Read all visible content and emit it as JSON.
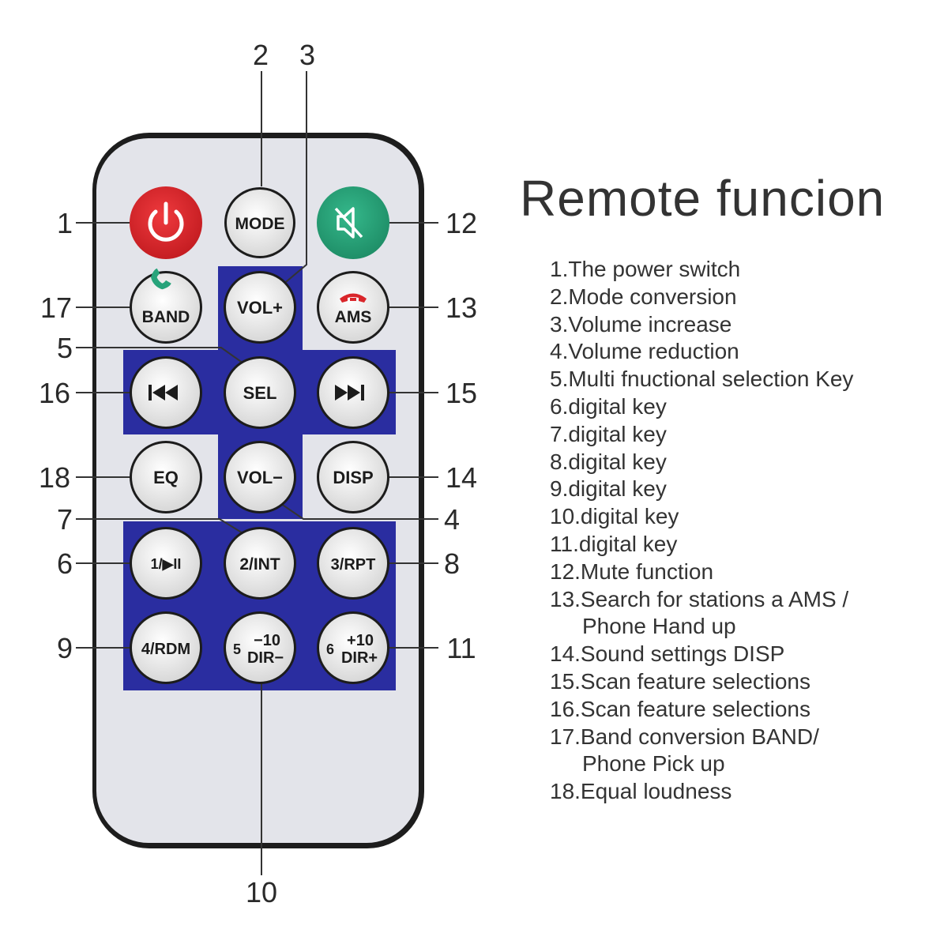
{
  "title": "Remote funcion",
  "colors": {
    "remote_body": "#e3e4ea",
    "remote_outline": "#1a1a1a",
    "blue_panel": "#2a2da0",
    "button_face": "#eeeeee",
    "power": "#d9262b",
    "mute": "#27a37a"
  },
  "buttons": {
    "power": {
      "icon": "power-icon"
    },
    "mode": "MODE",
    "mute": {
      "icon": "speaker-mute-icon"
    },
    "band": {
      "label": "BAND",
      "icon": "phone-pickup-icon"
    },
    "vol_up": "VOL+",
    "ams": {
      "label": "AMS",
      "icon": "phone-hangup-icon"
    },
    "prev": {
      "icon": "skip-previous-icon"
    },
    "sel": "SEL",
    "next": {
      "icon": "skip-next-icon"
    },
    "eq": "EQ",
    "vol_down": "VOL−",
    "disp": "DISP",
    "key1": "1/▶II",
    "key2": "2/INT",
    "key3": "3/RPT",
    "key4": "4/RDM",
    "key5": {
      "digit": "5",
      "top": "−10",
      "bottom": "DIR−"
    },
    "key6": {
      "digit": "6",
      "top": "+10",
      "bottom": "DIR+"
    }
  },
  "callouts": {
    "c1": "1",
    "c2": "2",
    "c3": "3",
    "c4": "4",
    "c5": "5",
    "c6": "6",
    "c7": "7",
    "c8": "8",
    "c9": "9",
    "c10": "10",
    "c11": "11",
    "c12": "12",
    "c13": "13",
    "c14": "14",
    "c15": "15",
    "c16": "16",
    "c17": "17",
    "c18": "18"
  },
  "functions": [
    "1.The power switch",
    "2.Mode conversion",
    "3.Volume increase",
    "4.Volume reduction",
    "5.Multi fnuctional selection Key",
    "6.digital key",
    "7.digital key",
    "8.digital key",
    "9.digital key",
    "10.digital key",
    "11.digital key",
    "12.Mute function",
    "13.Search for stations a AMS /",
    "Phone Hand up",
    "14.Sound settings DISP",
    "15.Scan feature selections",
    "16.Scan feature selections",
    "17.Band conversion BAND/",
    "Phone Pick up",
    "18.Equal loudness"
  ]
}
